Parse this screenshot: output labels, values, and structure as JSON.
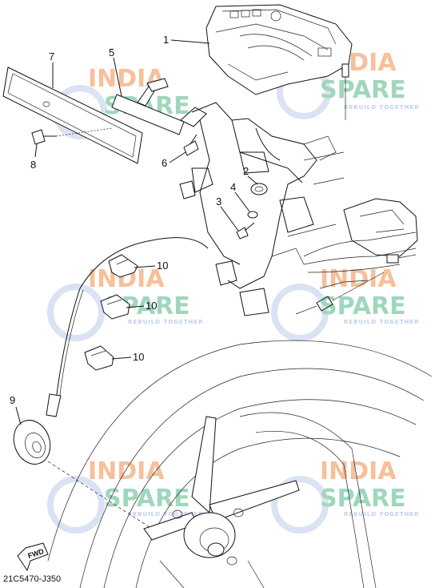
{
  "callouts": {
    "p1": "1",
    "p2": "2",
    "p3": "3",
    "p4": "4",
    "p5": "5",
    "p6": "6",
    "p7": "7",
    "p8": "8",
    "p9": "9",
    "p10a": "10",
    "p10b": "10",
    "p10c": "10"
  },
  "diagram_code": "21C5470-J350",
  "fwd_label": "FWD",
  "watermark": {
    "line1": "INDIA",
    "line2": "SPARE",
    "tagline": "REBUILD TOGETHER",
    "color_orange": "#f5b58a",
    "color_green": "#8fd0b0",
    "color_blue": "#b8c4ea"
  }
}
